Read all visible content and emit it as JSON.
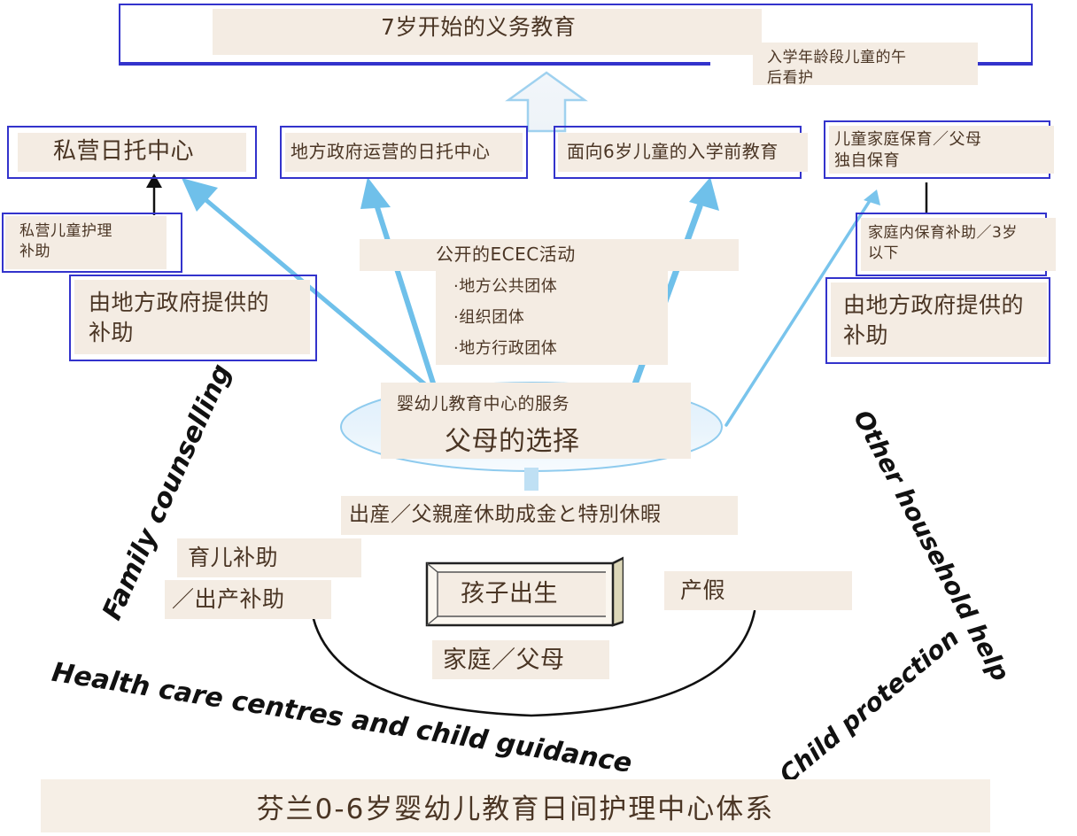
{
  "diagram": {
    "title": "芬兰0-6岁婴幼儿教育日间护理中心体系",
    "colors": {
      "box_border": "#3333cc",
      "box_fill": "#f4ece3",
      "arrow_blue": "#57b4e8",
      "text_brown": "#4a3524",
      "arc_text": "#111111",
      "bottom_bar": "#f6efe6"
    }
  },
  "top": {
    "compulsory_education": "7岁开始的义务教育",
    "afternoon_care": "入学年龄段儿童的午\n后看护"
  },
  "service_boxes": [
    {
      "label": "私营日托中心"
    },
    {
      "label": "地方政府运营的日托中心"
    },
    {
      "label": "面向6岁儿童的入学前教育"
    },
    {
      "label": "儿童家庭保育／父母\n独自保育"
    }
  ],
  "left_support": {
    "private_care_subsidy": "私营儿童护理\n补助",
    "municipal_subsidy": "由地方政府提供的\n补助"
  },
  "right_support": {
    "home_care_subsidy": "家庭内保育补助／3岁\n以下",
    "municipal_subsidy": "由地方政府提供的\n补助"
  },
  "ecec": {
    "heading": "公开的ECEC活动",
    "items": [
      "·地方公共团体",
      "·组织团体",
      "·地方行政团体"
    ]
  },
  "center_oval": {
    "service_label": "婴幼儿教育中心的服务",
    "choice_label": "父母的选择"
  },
  "family_stage": {
    "maternity_paternity": "出産／父親産休助成金と特別休暇",
    "childcare_allowance": "育儿补助",
    "maternity_allowance": "／出产补助",
    "child_birth": "孩子出生",
    "maternity_leave": "产假",
    "family_parents": "家庭／父母"
  },
  "arc_labels": {
    "family_counselling": "Family counselling",
    "health_care": "Health care centres and child guidance",
    "other_household_help": "Other household help",
    "child_protection": "Child protection"
  }
}
